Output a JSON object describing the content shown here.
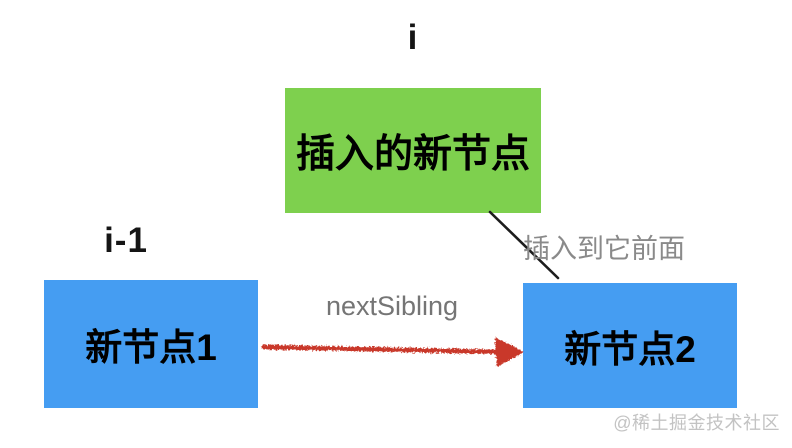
{
  "diagram": {
    "index_labels": {
      "i": "i",
      "i_minus_1": "i-1"
    },
    "nodes": {
      "inserted": {
        "label": "插入的新节点",
        "color": "#7ed04e"
      },
      "node1": {
        "label": "新节点1",
        "color": "#459df2"
      },
      "node2": {
        "label": "新节点2",
        "color": "#459df2"
      }
    },
    "annotations": {
      "next_sibling": "nextSibling",
      "insert_before": "插入到它前面"
    },
    "colors": {
      "arrow_red": "#c9392b",
      "connector_black": "#1d1d1d",
      "annotation_gray": "#8a8a8a",
      "watermark_gray": "#c3c3c3"
    },
    "watermark": "@稀土掘金技术社区"
  }
}
